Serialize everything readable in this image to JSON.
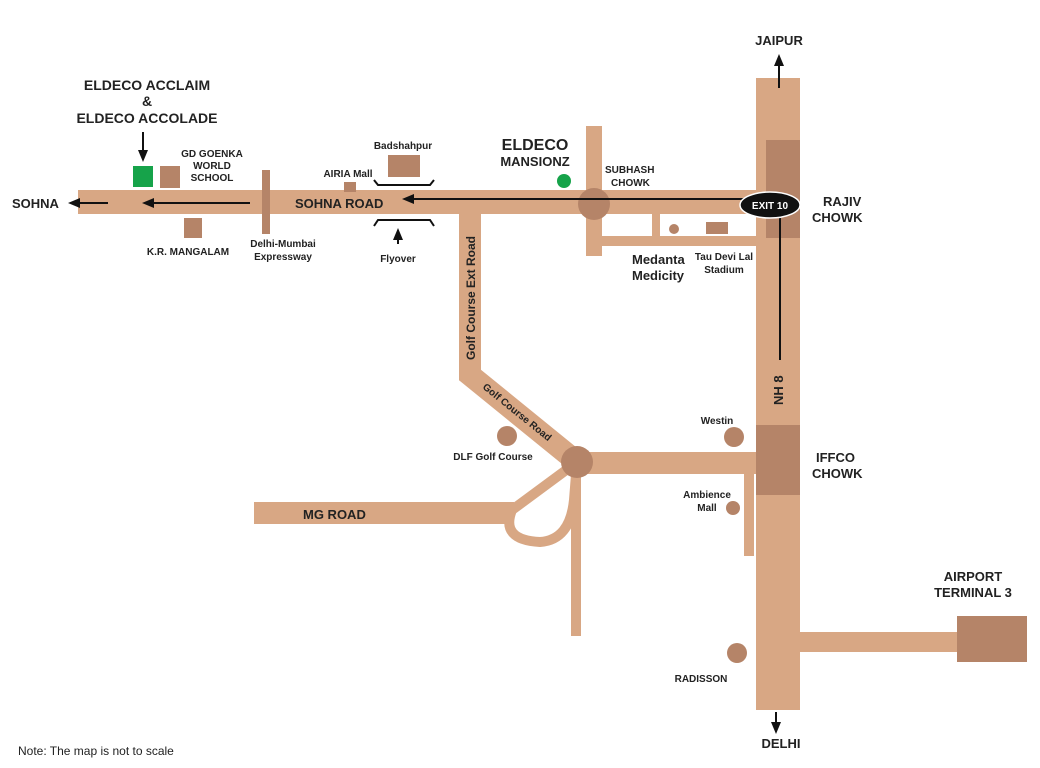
{
  "colors": {
    "road": "#d8a784",
    "landmark": "#b58468",
    "project": "#16a34a",
    "arrow": "#111111",
    "badge": "#111111"
  },
  "project": {
    "name_line1": "ELDECO ACCLAIM",
    "name_line2": "&",
    "name_line3": "ELDECO ACCOLADE",
    "marker2_line1": "ELDECO",
    "marker2_line2": "MANSIONZ"
  },
  "directions": {
    "sohna": "SOHNA",
    "jaipur": "JAIPUR",
    "delhi": "DELHI"
  },
  "roads": {
    "sohna_road": "SOHNA ROAD",
    "golf_course_ext": "Golf Course Ext Road",
    "golf_course": "Golf Course Road",
    "mg_road": "MG ROAD",
    "nh8": "NH 8",
    "expressway_line1": "Delhi-Mumbai",
    "expressway_line2": "Expressway",
    "flyover": "Flyover",
    "exit_badge": "EXIT 10"
  },
  "junctions": {
    "subhash_line1": "SUBHASH",
    "subhash_line2": "CHOWK",
    "rajiv_line1": "RAJIV",
    "rajiv_line2": "CHOWK",
    "iffco_line1": "IFFCO",
    "iffco_line2": "CHOWK"
  },
  "landmarks": {
    "gd_goenka_line1": "GD GOENKA",
    "gd_goenka_line2": "WORLD",
    "gd_goenka_line3": "SCHOOL",
    "kr_mangalam": "K.R. MANGALAM",
    "airia_mall": "AIRIA Mall",
    "badshahpur": "Badshahpur",
    "medanta_line1": "Medanta",
    "medanta_line2": "Medicity",
    "tau_devi_line1": "Tau Devi Lal",
    "tau_devi_line2": "Stadium",
    "westin": "Westin",
    "dlf_golf": "DLF Golf Course",
    "ambience_line1": "Ambience",
    "ambience_line2": "Mall",
    "radisson": "RADISSON",
    "airport_line1": "AIRPORT",
    "airport_line2": "TERMINAL 3"
  },
  "note": "Note: The map is not to scale"
}
